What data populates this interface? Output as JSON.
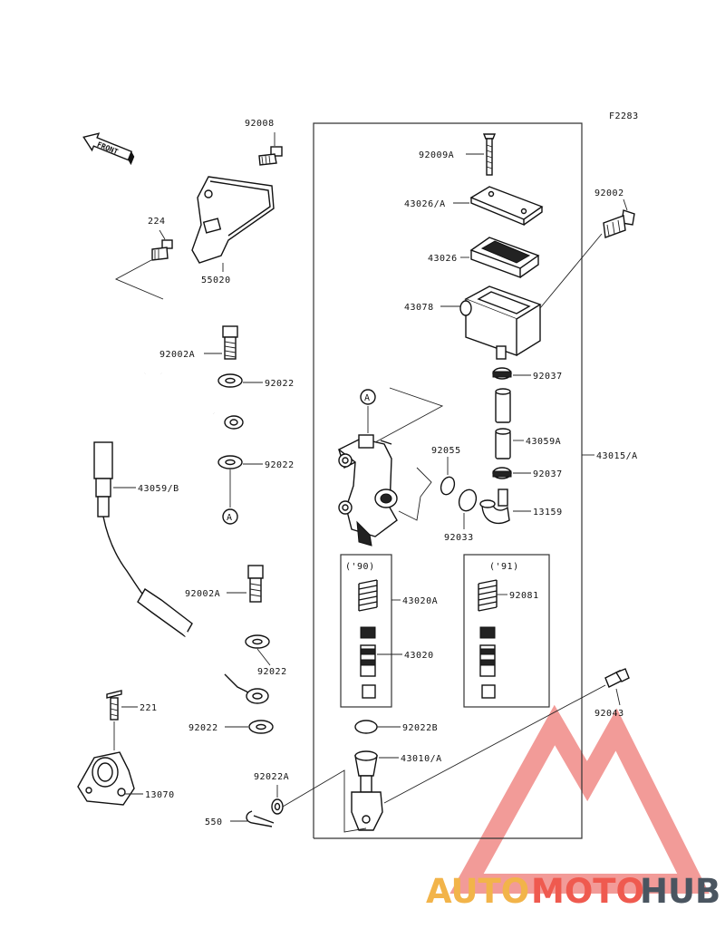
{
  "figure_code": "F2283",
  "front_label": "FRONT",
  "callout_letter": "A",
  "variant_labels": {
    "y90": "('90)",
    "y91": "('91)"
  },
  "parts": {
    "p92008": "92008",
    "p224": "224",
    "p55020": "55020",
    "p92002A_top": "92002A",
    "p92022_a": "92022",
    "p92022_b": "92022",
    "p43059B": "43059/B",
    "p92002A_mid": "92002A",
    "p92022_c": "92022",
    "p92022_d": "92022",
    "p221": "221",
    "p13070": "13070",
    "p92022A": "92022A",
    "p550": "550",
    "p92009A": "92009A",
    "p43026A": "43026/A",
    "p43026": "43026",
    "p43078": "43078",
    "p92002": "92002",
    "p92037_a": "92037",
    "p43059A": "43059A",
    "p43015A": "43015/A",
    "p92055": "92055",
    "p92037_b": "92037",
    "p13159": "13159",
    "p92033": "92033",
    "p43020A": "43020A",
    "p92081": "92081",
    "p43020": "43020",
    "p92022B": "92022B",
    "p43010A": "43010/A",
    "p92043": "92043"
  },
  "watermark": {
    "word_a": "AUTO",
    "word_b": "MOTO",
    "word_c": "HUB",
    "color_a": "#f2b44a",
    "color_b": "#ef5a4f",
    "color_c": "#4a5560"
  }
}
